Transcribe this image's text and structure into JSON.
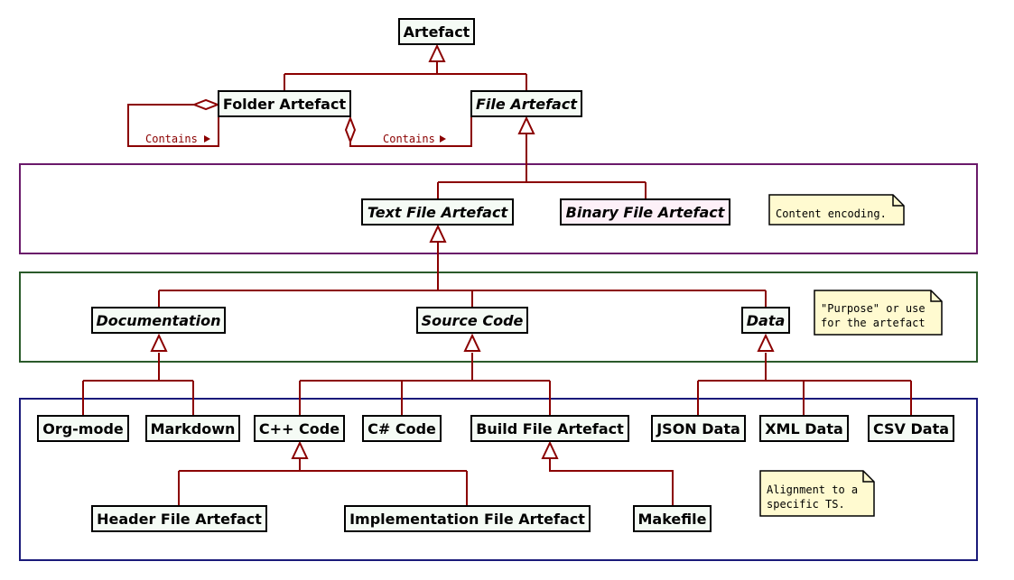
{
  "colors": {
    "line": "#8b0000",
    "class_fill": "#f5fbf5",
    "class_fill_binary": "#fdf0f8",
    "note_fill": "#fffad0",
    "package_encoding": "#6a1a6a",
    "package_purpose": "#2a5a2a",
    "package_specific": "#1a1a7a"
  },
  "classes": {
    "artefact": "Artefact",
    "folder_artefact": "Folder Artefact",
    "file_artefact": "File Artefact",
    "text_file_artefact": "Text File Artefact",
    "binary_file_artefact": "Binary File Artefact",
    "documentation": "Documentation",
    "source_code": "Source Code",
    "data": "Data",
    "org_mode": "Org-mode",
    "markdown": "Markdown",
    "cpp_code": "C++ Code",
    "csharp_code": "C# Code",
    "build_file_artefact": "Build File Artefact",
    "json_data": "JSON Data",
    "xml_data": "XML Data",
    "csv_data": "CSV Data",
    "header_file_artefact": "Header File Artefact",
    "implementation_file_artefact": "Implementation File Artefact",
    "makefile": "Makefile"
  },
  "associations": {
    "folder_self_contains": "Contains",
    "folder_file_contains": "Contains"
  },
  "notes": {
    "content_encoding": "Content encoding.",
    "purpose_line1": "\"Purpose\" or use",
    "purpose_line2": "for the artefact",
    "alignment_line1": "Alignment to a",
    "alignment_line2": "specific TS."
  }
}
